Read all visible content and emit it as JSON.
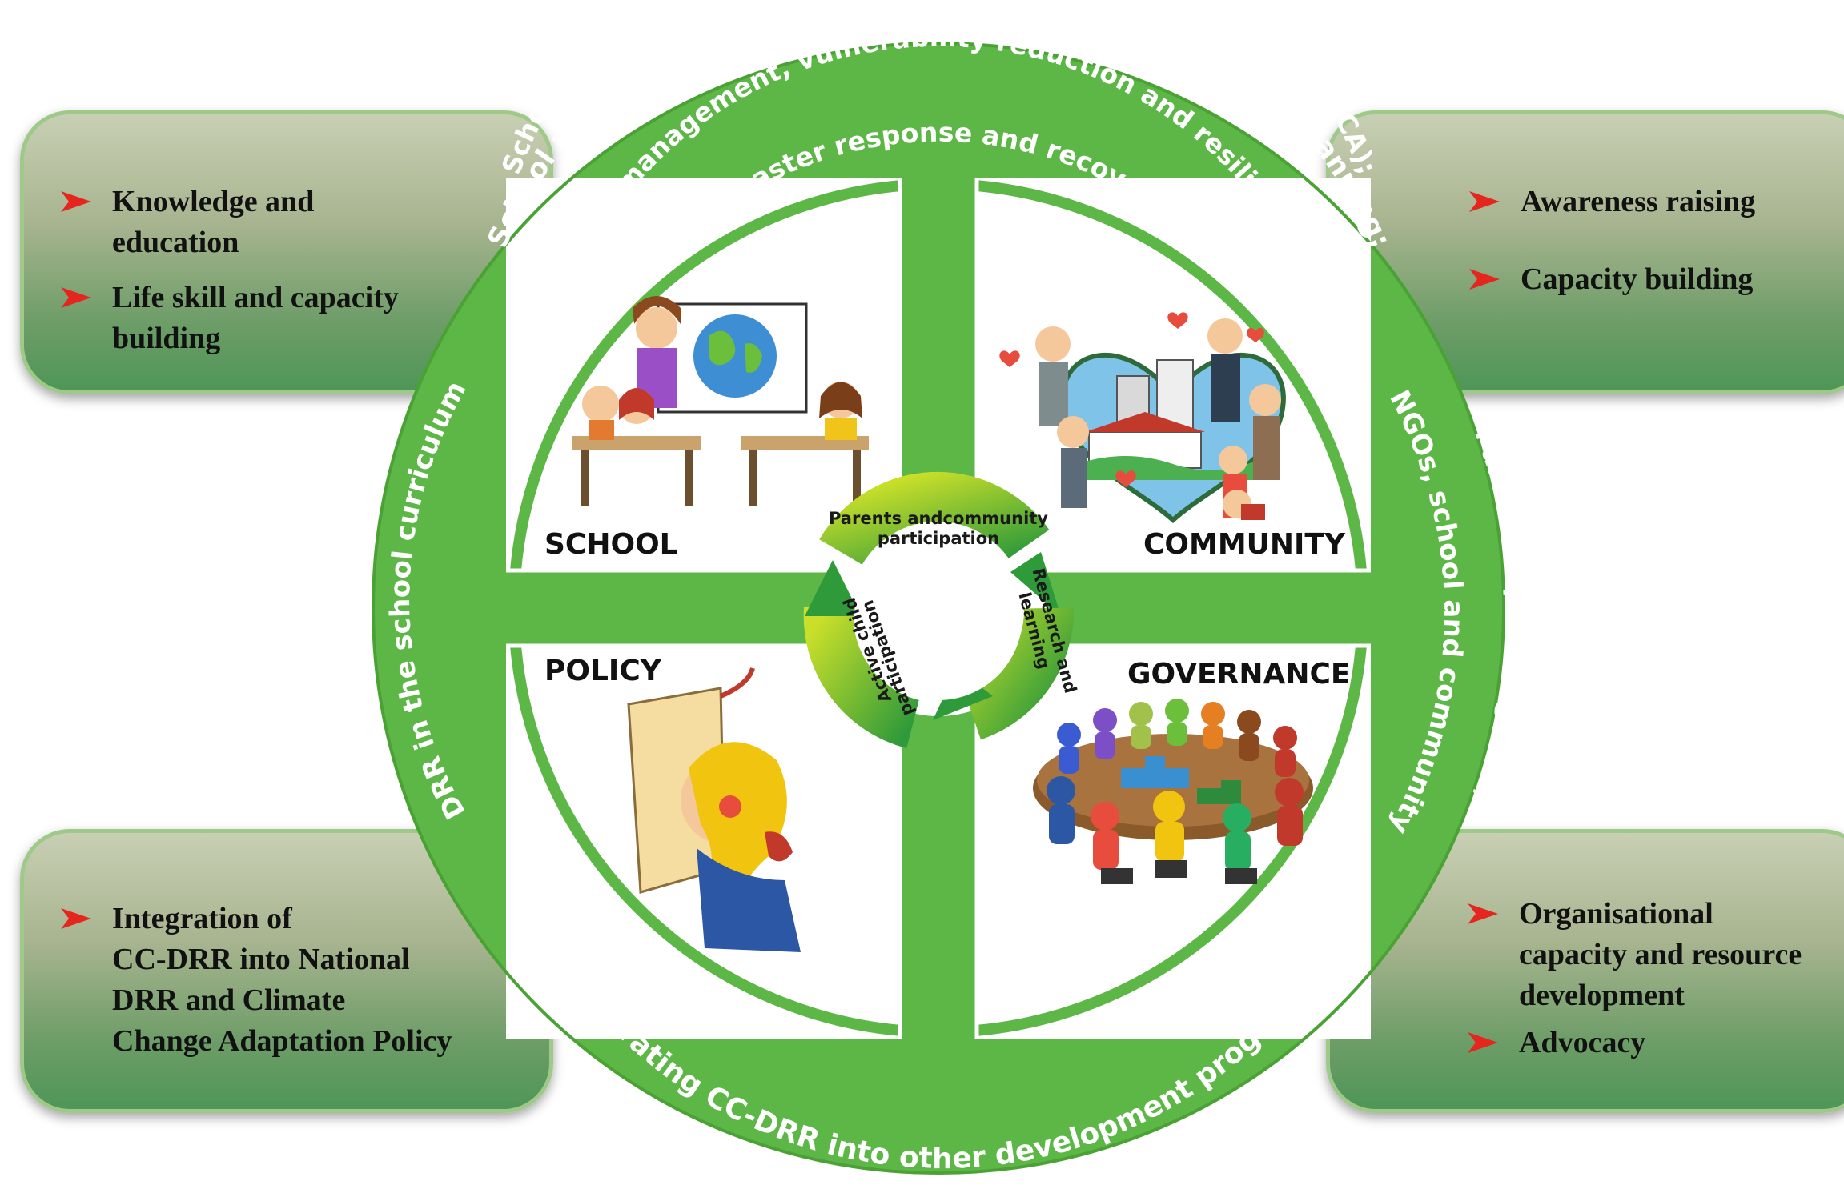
{
  "side_boxes": {
    "top_left": {
      "items": [
        [
          "Knowledge and",
          "education"
        ],
        [
          "Life skill and capacity",
          "building"
        ]
      ]
    },
    "top_right": {
      "items": [
        [
          "Awareness raising"
        ],
        [
          "Capacity building"
        ]
      ]
    },
    "bottom_left": {
      "items": [
        [
          "Integration of",
          "CC-DRR into National",
          "DRR and Climate",
          "Change  Adaptation Policy"
        ]
      ]
    },
    "bottom_right": {
      "items": [
        [
          "Organisational",
          "capacity and resource",
          "development"
        ],
        [
          "Advocacy"
        ]
      ]
    }
  },
  "outer_ring": {
    "top_lines": [
      "School and community DRR preparedness, and contingency planning;",
      "School and community hazard-vulnerability-capacity assessment (HVCA);",
      "Risk management, vulnerability reduction and resilience;",
      "Disaster response and recovery"
    ],
    "right_lines": [
      "Partnership among GOs,",
      "NGOs, school and community"
    ],
    "bottom": "Incorporating CC-DRR  into other  development programmes",
    "left": "DRR in the school curriculum"
  },
  "quadrants": {
    "school": "SCHOOL",
    "community": "COMMUNITY",
    "policy": "POLICY",
    "governance": "GOVERNANCE"
  },
  "cycle": {
    "top": [
      "Parents andcommunity",
      "participation"
    ],
    "right": [
      "Research and",
      "learning"
    ],
    "left": [
      "Active child",
      "participation"
    ]
  },
  "colors": {
    "ring_green": "#5cb746",
    "arrow_red": "#e4261f",
    "cycle_dark": "#2f9a3a",
    "cycle_light": "#c9df2a"
  },
  "illustrations": {
    "school": "teacher-with-globe-and-students",
    "community": "people-holding-heart-with-town",
    "policy": "person-reading-scroll",
    "governance": "figures-around-table-with-puzzle"
  }
}
